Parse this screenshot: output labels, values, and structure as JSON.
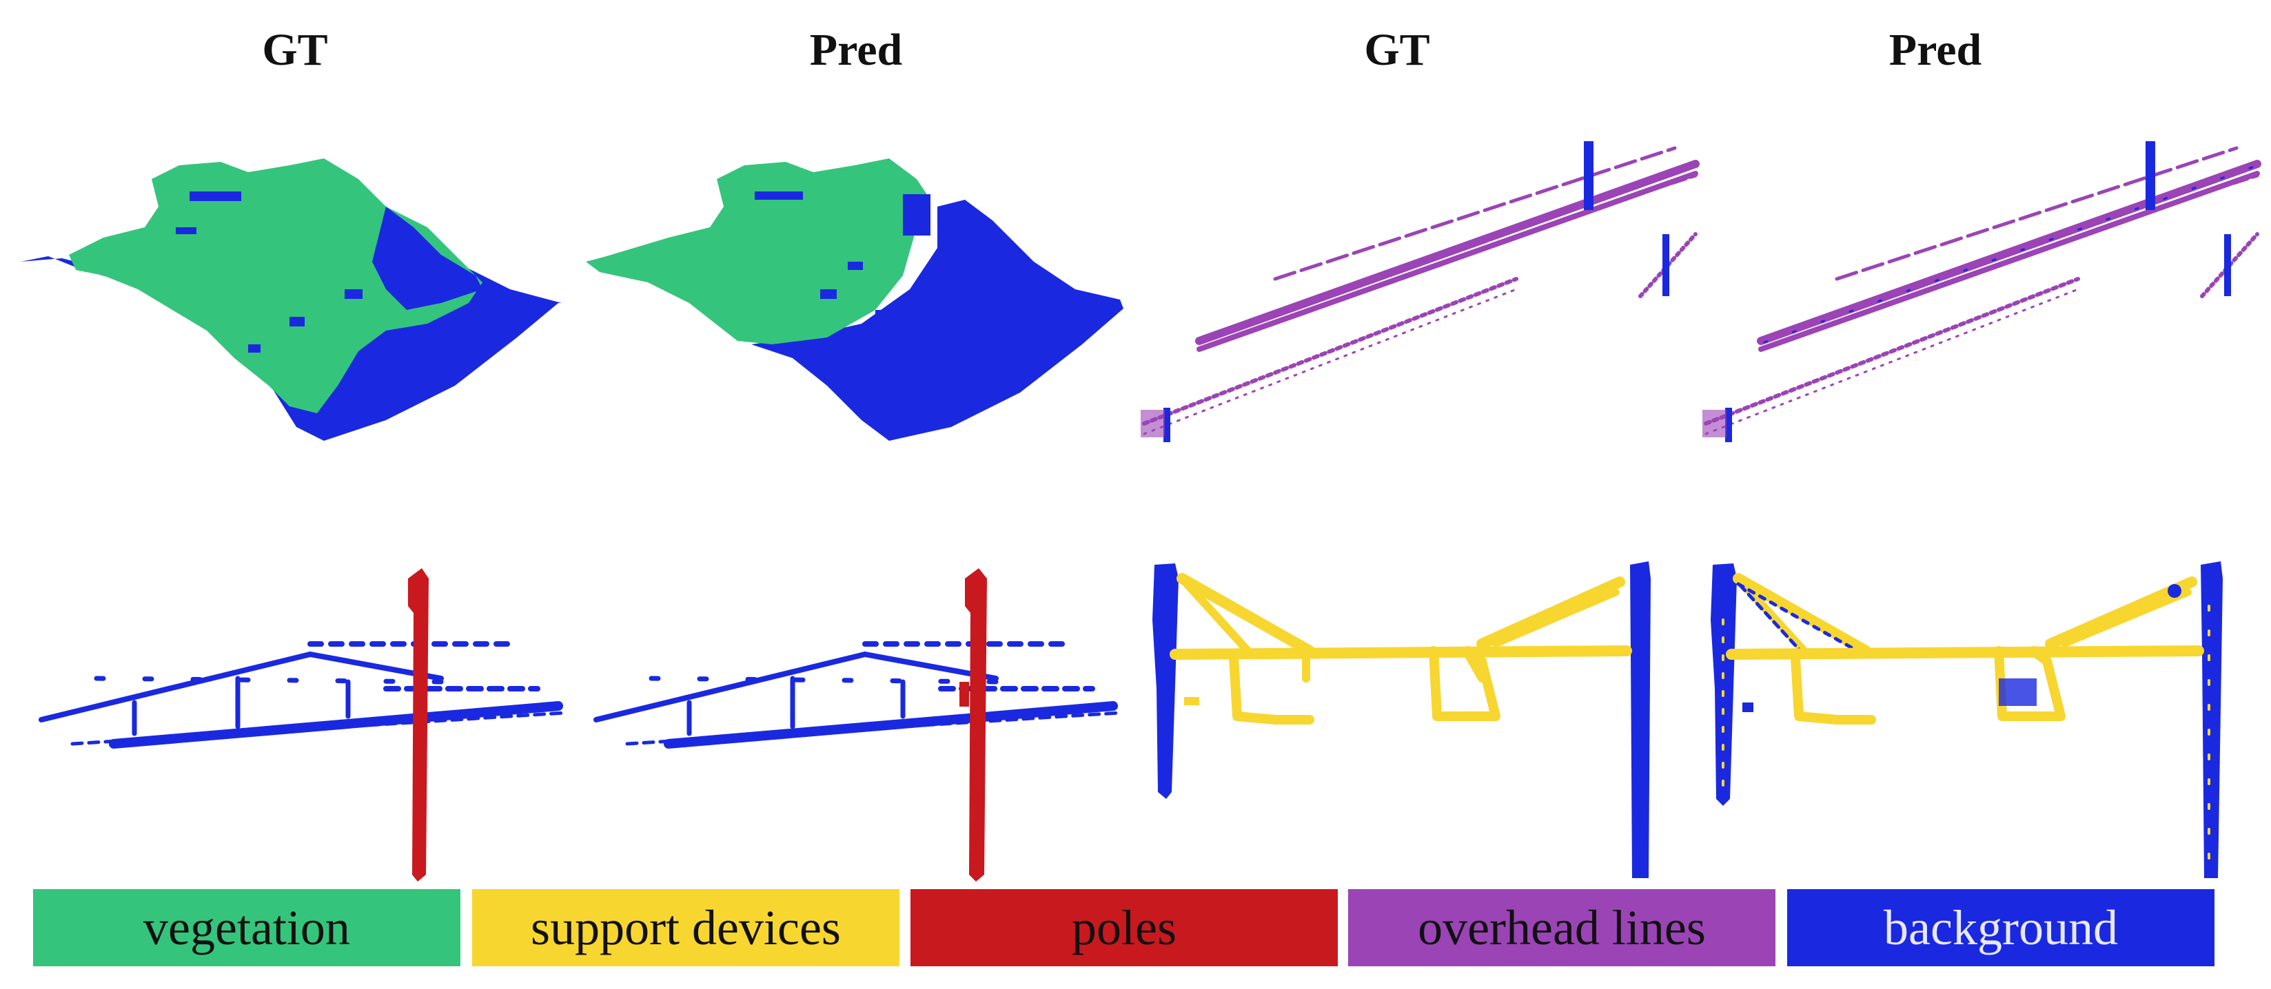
{
  "column_titles": [
    "GT",
    "Pred",
    "GT",
    "Pred"
  ],
  "legend": [
    {
      "label": "vegetation",
      "color": "#35c47c",
      "text_color": "#111111"
    },
    {
      "label": "support devices",
      "color": "#f8d630",
      "text_color": "#111111"
    },
    {
      "label": "poles",
      "color": "#c8191f",
      "text_color": "#111111"
    },
    {
      "label": "overhead lines",
      "color": "#9b44b6",
      "text_color": "#111111"
    },
    {
      "label": "background",
      "color": "#1a29e0",
      "text_color": "#e8e8ff"
    }
  ],
  "panels": [
    {
      "row": 1,
      "column": 1,
      "shows": "vegetation-terrain",
      "dominant_classes": [
        "vegetation",
        "background"
      ]
    },
    {
      "row": 1,
      "column": 2,
      "shows": "vegetation-terrain",
      "dominant_classes": [
        "vegetation",
        "background"
      ]
    },
    {
      "row": 1,
      "column": 3,
      "shows": "overhead-lines",
      "dominant_classes": [
        "overhead lines",
        "background"
      ]
    },
    {
      "row": 1,
      "column": 4,
      "shows": "overhead-lines",
      "dominant_classes": [
        "overhead lines",
        "background"
      ]
    },
    {
      "row": 2,
      "column": 1,
      "shows": "pole-with-wires",
      "dominant_classes": [
        "poles",
        "background"
      ]
    },
    {
      "row": 2,
      "column": 2,
      "shows": "pole-with-wires",
      "dominant_classes": [
        "poles",
        "background"
      ]
    },
    {
      "row": 2,
      "column": 3,
      "shows": "catenary-portal",
      "dominant_classes": [
        "support devices",
        "background"
      ]
    },
    {
      "row": 2,
      "column": 4,
      "shows": "catenary-portal",
      "dominant_classes": [
        "support devices",
        "background"
      ]
    }
  ]
}
